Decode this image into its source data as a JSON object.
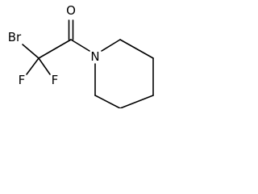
{
  "molecule": {
    "atoms": {
      "bromine": "Br",
      "fluorine_left": "F",
      "fluorine_right": "F",
      "oxygen": "O",
      "nitrogen": "N"
    }
  },
  "colors": {
    "bond": "#000000",
    "label": "#000000",
    "background": "#ffffff"
  }
}
